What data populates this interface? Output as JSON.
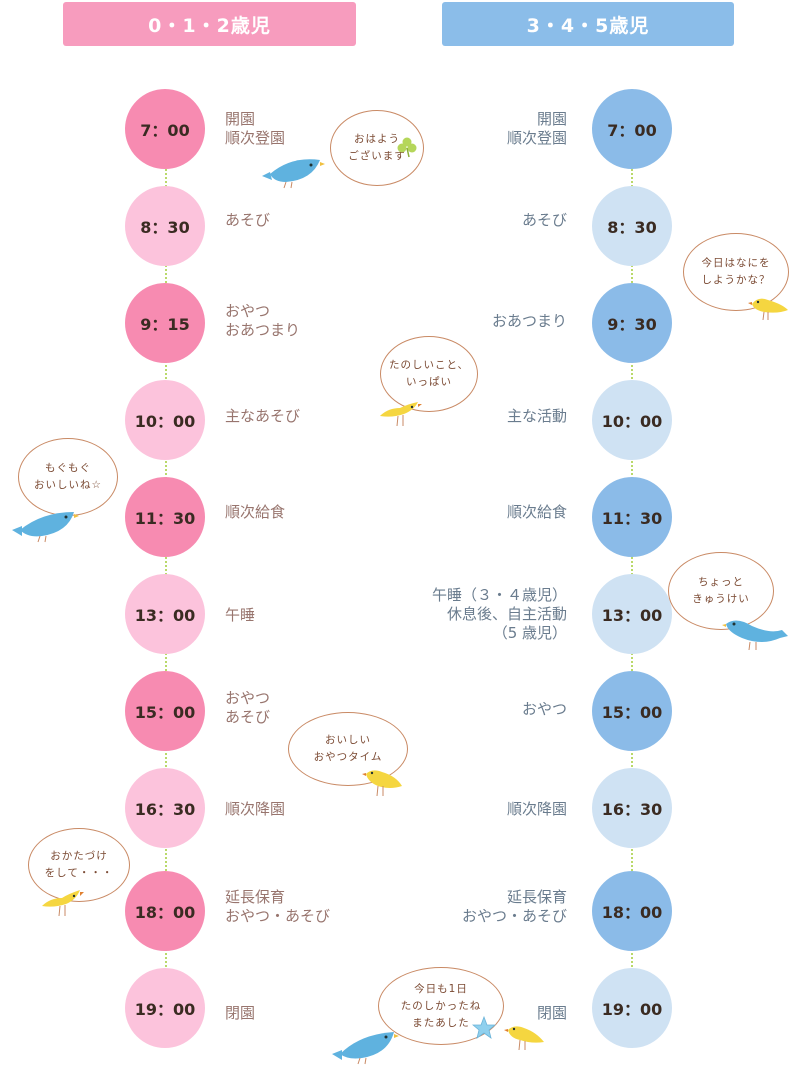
{
  "headers": {
    "left": "0・1・2歳児",
    "right": "3・4・5歳児"
  },
  "left_schedule": [
    {
      "time": "7：00",
      "lines": [
        "開園",
        "順次登園"
      ]
    },
    {
      "time": "8：30",
      "lines": [
        "あそび"
      ]
    },
    {
      "time": "9：15",
      "lines": [
        "おやつ",
        "おあつまり"
      ]
    },
    {
      "time": "10：00",
      "lines": [
        "主なあそび"
      ]
    },
    {
      "time": "11：30",
      "lines": [
        "順次給食"
      ]
    },
    {
      "time": "13：00",
      "lines": [
        "午睡"
      ]
    },
    {
      "time": "15：00",
      "lines": [
        "おやつ",
        "あそび"
      ]
    },
    {
      "time": "16：30",
      "lines": [
        "順次降園"
      ]
    },
    {
      "time": "18：00",
      "lines": [
        "延長保育",
        "おやつ・あそび"
      ]
    },
    {
      "time": "19：00",
      "lines": [
        "閉園"
      ]
    }
  ],
  "right_schedule": [
    {
      "time": "7：00",
      "lines": [
        "開園",
        "順次登園"
      ]
    },
    {
      "time": "8：30",
      "lines": [
        "あそび"
      ]
    },
    {
      "time": "9：30",
      "lines": [
        "おあつまり"
      ]
    },
    {
      "time": "10：00",
      "lines": [
        "主な活動"
      ]
    },
    {
      "time": "11：30",
      "lines": [
        "順次給食"
      ]
    },
    {
      "time": "13：00",
      "lines": [
        "午睡（３・４歳児）",
        "休息後、自主活動",
        "（5 歳児）"
      ]
    },
    {
      "time": "15：00",
      "lines": [
        "おやつ"
      ]
    },
    {
      "time": "16：30",
      "lines": [
        "順次降園"
      ]
    },
    {
      "time": "18：00",
      "lines": [
        "延長保育",
        "おやつ・あそび"
      ]
    },
    {
      "time": "19：00",
      "lines": [
        "閉園"
      ]
    }
  ],
  "bubbles": {
    "morning": [
      "おはよう",
      "ございます"
    ],
    "whattoday": [
      "今日はなにを",
      "しようかな？"
    ],
    "fun": [
      "たのしいこと、",
      "いっぱい"
    ],
    "yummy": [
      "もぐもぐ",
      "おいしいね☆"
    ],
    "rest": [
      "ちょっと",
      "きゅうけい"
    ],
    "snack": [
      "おいしい",
      "おやつタイム"
    ],
    "cleanup": [
      "おかたづけ",
      "をして・・・"
    ],
    "bye": [
      "今日も1日",
      "たのしかったね",
      "またあした"
    ]
  },
  "colors": {
    "pink_dark": "#f78bb1",
    "pink_light": "#fcc3dc",
    "blue_dark": "#8bbbe8",
    "blue_light": "#cfe2f3",
    "dotted_line": "#b9d96a"
  }
}
